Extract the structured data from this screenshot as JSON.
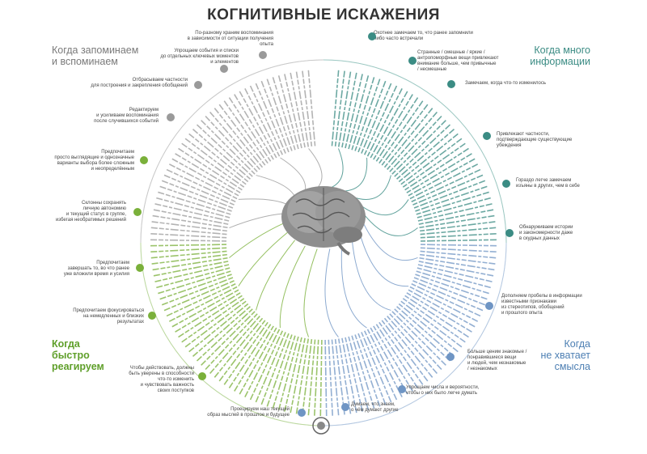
{
  "header": {
    "title": "КОГНИТИВНЫЕ ИСКАЖЕНИЯ",
    "subtitle": ""
  },
  "quadrants": {
    "remember": "Когда запоминаем\nи вспоминаем",
    "info": "Когда много\nинформации",
    "fast": "Когда\nбыстро\nреагируем",
    "meaning": "Когда\nне хватает\nсмысла"
  },
  "colors": {
    "remember": "#9a9a9a",
    "info": "#3b8c84",
    "fast": "#7ab03a",
    "meaning": "#6f95c4"
  },
  "categories": {
    "c1": "По-разному храним воспоминания\nв зависимости от ситуации получения\nопыта",
    "c2": "Упрощаем события и списки\nдо отдельных ключевых моментов\nи элементов",
    "c3": "Отбрасываем частности\nдля построения и закрепления обобщений",
    "c4": "Редактируем\nи усиливаем воспоминания\nпосле случившихся событий",
    "c5": "Предпочитаем\nпросто выглядящие и однозначные\nварианты выбора более сложным\nи неопределённым",
    "c6": "Склонны сохранять\nличную автономию\nи текущий статус в группе,\nизбегая необратимых решений",
    "c7": "Предпочитаем\nзавершать то, во что ранее\nуже вложили время и усилия",
    "c8": "Предпочитаем фокусироваться\nна немедленных и близких\nрезультатах",
    "c9": "Чтобы действовать, должны\nбыть уверены в способности\nчто-то изменить\nи чувствовать важность\nсвоих поступков",
    "c10": "Проецируем наш текущий\nобраз мыслей в прошлое и будущее",
    "c11": "Думаем, что знаем,\nо чём думают другие",
    "c12": "Упрощаем числа и вероятности,\nчтобы о них было легче думать",
    "c13": "Больше ценим знакомые /\nпонравившиеся вещи\nи людей, чем незнакомые\n/ незнакомых",
    "c14": "Дополняем пробелы в информации\nизвестными признаками\nиз стереотипов, обобщений\nи прошлого опыта",
    "c15": "Обнаруживаем истории\nи закономерности даже\nв скудных данных",
    "c16": "Гораздо легче замечаем\nизъяны в других, чем в себе",
    "c17": "Привлекают частности,\nподтверждающие существующие\nубеждения",
    "c18": "Замечаем, когда что-то изменилось",
    "c19": "Странные / смешные / яркие /\nантропоморфные вещи привлекают\nвнимание больше, чем привычные\n/ несмешные",
    "c20": "Охотнее замечаем то, что ранее запомнили\nлибо часто встречали"
  },
  "credits_left": "",
  "credits_right": "",
  "footer": ""
}
